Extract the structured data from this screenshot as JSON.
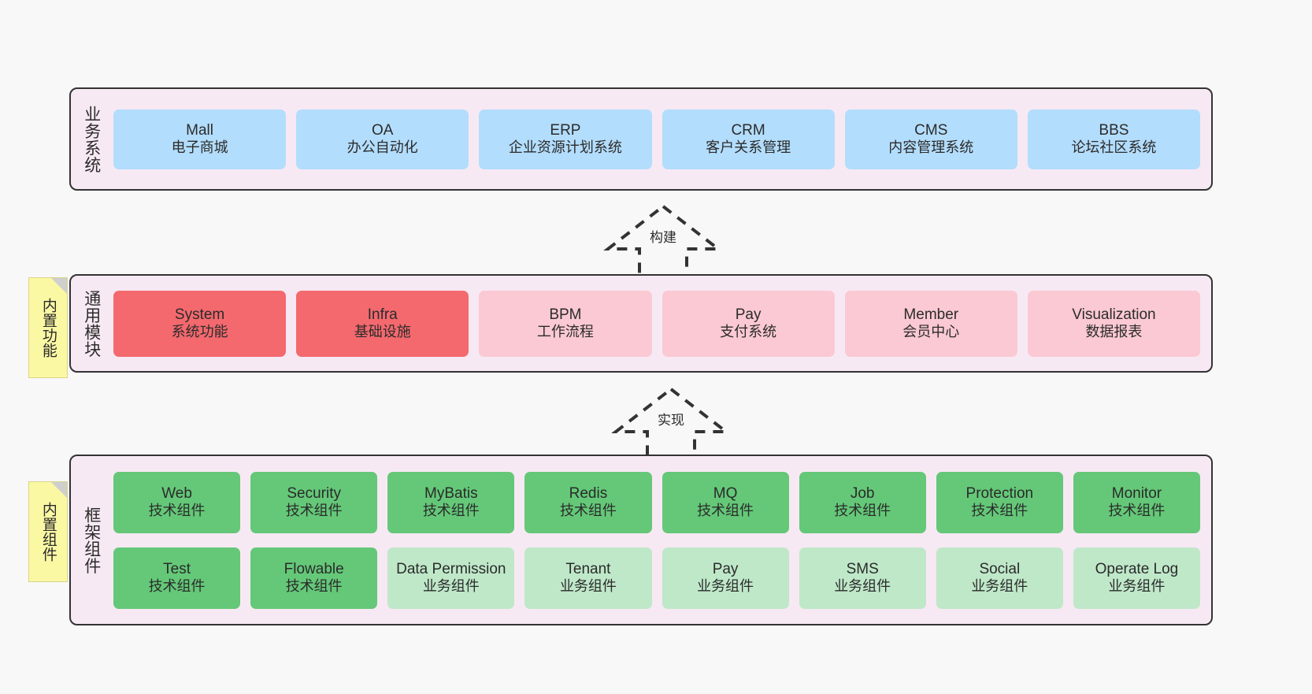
{
  "diagram": {
    "background_color": "#f8f8f8",
    "layer_fill": "#f7e9f3",
    "layer_border": "#333333",
    "note_fill": "#fbf8a4"
  },
  "notes": [
    {
      "name": "builtin-functions",
      "label": "内置功能"
    },
    {
      "name": "builtin-components",
      "label": "内置组件"
    }
  ],
  "connectors": [
    {
      "name": "build",
      "label": "构建",
      "style": "dashed-hollow-triangle-up"
    },
    {
      "name": "implement",
      "label": "实现",
      "style": "dashed-hollow-triangle-up"
    }
  ],
  "layers": {
    "business": {
      "title": "业务系统",
      "color": "#b3ddfc",
      "items": [
        {
          "en": "Mall",
          "cn": "电子商城"
        },
        {
          "en": "OA",
          "cn": "办公自动化"
        },
        {
          "en": "ERP",
          "cn": "企业资源计划系统"
        },
        {
          "en": "CRM",
          "cn": "客户关系管理"
        },
        {
          "en": "CMS",
          "cn": "内容管理系统"
        },
        {
          "en": "BBS",
          "cn": "论坛社区系统"
        }
      ]
    },
    "module": {
      "title": "通用模块",
      "colors": {
        "core": "#f4696e",
        "plain": "#fbc9d3"
      },
      "items": [
        {
          "en": "System",
          "cn": "系统功能",
          "variant": "core"
        },
        {
          "en": "Infra",
          "cn": "基础设施",
          "variant": "core"
        },
        {
          "en": "BPM",
          "cn": "工作流程",
          "variant": "plain"
        },
        {
          "en": "Pay",
          "cn": "支付系统",
          "variant": "plain"
        },
        {
          "en": "Member",
          "cn": "会员中心",
          "variant": "plain"
        },
        {
          "en": "Visualization",
          "cn": "数据报表",
          "variant": "plain"
        }
      ]
    },
    "framework": {
      "title": "框架组件",
      "colors": {
        "tech": "#64c878",
        "biz": "#bfe8c9"
      },
      "row1": [
        {
          "en": "Web",
          "cn": "技术组件",
          "variant": "tech"
        },
        {
          "en": "Security",
          "cn": "技术组件",
          "variant": "tech"
        },
        {
          "en": "MyBatis",
          "cn": "技术组件",
          "variant": "tech"
        },
        {
          "en": "Redis",
          "cn": "技术组件",
          "variant": "tech"
        },
        {
          "en": "MQ",
          "cn": "技术组件",
          "variant": "tech"
        },
        {
          "en": "Job",
          "cn": "技术组件",
          "variant": "tech"
        },
        {
          "en": "Protection",
          "cn": "技术组件",
          "variant": "tech"
        },
        {
          "en": "Monitor",
          "cn": "技术组件",
          "variant": "tech"
        }
      ],
      "row2": [
        {
          "en": "Test",
          "cn": "技术组件",
          "variant": "tech"
        },
        {
          "en": "Flowable",
          "cn": "技术组件",
          "variant": "tech"
        },
        {
          "en": "Data Permission",
          "cn": "业务组件",
          "variant": "biz"
        },
        {
          "en": "Tenant",
          "cn": "业务组件",
          "variant": "biz"
        },
        {
          "en": "Pay",
          "cn": "业务组件",
          "variant": "biz"
        },
        {
          "en": "SMS",
          "cn": "业务组件",
          "variant": "biz"
        },
        {
          "en": "Social",
          "cn": "业务组件",
          "variant": "biz"
        },
        {
          "en": "Operate Log",
          "cn": "业务组件",
          "variant": "biz"
        }
      ]
    }
  }
}
